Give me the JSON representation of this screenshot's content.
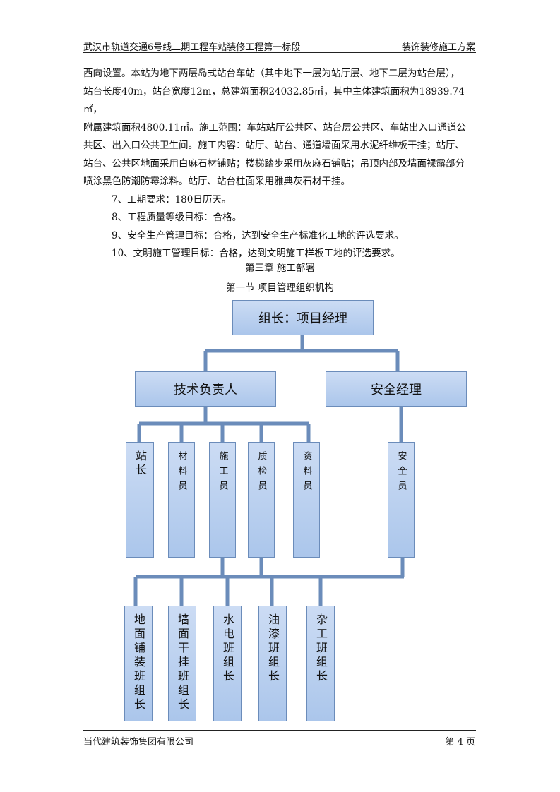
{
  "header": {
    "left": "武汉市轨道交通6号线二期工程车站装修工程第一标段",
    "right": "装饰装修施工方案"
  },
  "body": {
    "paragraph_lines": [
      "西向设置。本站为地下两层岛式站台车站（其中地下一层为站厅层、地下二层为站台层），",
      "站台长度40m，站台宽度12m，总建筑面积24032.85㎡，其中主体建筑面积为18939.74㎡，",
      "附属建筑面积4800.11㎡。施工范围：车站站厅公共区、站台层公共区、车站出入口通道公",
      "共区、出入口公共卫生间。施工内容：站厅、站台、通道墙面采用水泥纤维板干挂；站厅、",
      "站台、公共区地面采用白麻石材铺贴；楼梯踏步采用灰麻石铺贴；吊顶内部及墙面裸露部分",
      "喷涂黑色防潮防霉涂料。站厅、站台柱面采用雅典灰石材干挂。"
    ],
    "items": [
      "7、工期要求：180日历天。",
      "8、工程质量等级目标：合格。",
      "9、安全生产管理目标：合格，达到安全生产标准化工地的评选要求。",
      "10、文明施工管理目标：合格，达到文明施工样板工地的评选要求。"
    ]
  },
  "chapter_title": "第三章  施工部署",
  "section_title": "第一节  项目管理组织机构",
  "org_chart": {
    "top": "组长：项目经理",
    "level2": [
      "技术负责人",
      "安全经理"
    ],
    "level3": [
      "站长",
      "材料员",
      "施工员",
      "质检员",
      "资料员",
      "安全员"
    ],
    "level4": [
      "地面铺装班组长",
      "墙面干挂班组长",
      "水电班组长",
      "油漆班组长",
      "杂工班组长"
    ]
  },
  "footer": {
    "company": "当代建筑装饰集团有限公司",
    "page": "第 4 页"
  }
}
